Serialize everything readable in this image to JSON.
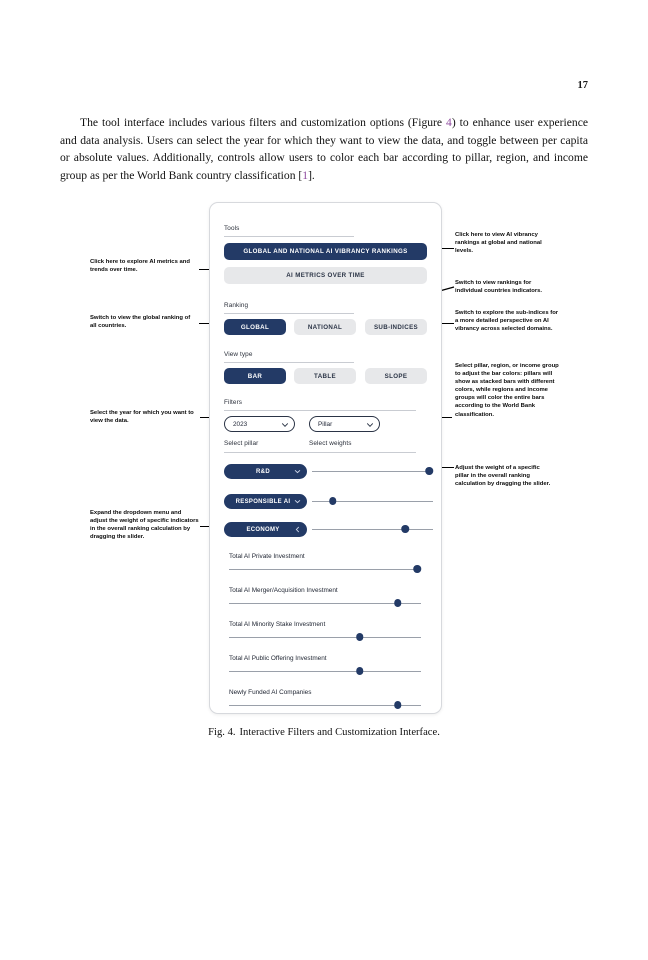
{
  "document": {
    "page_number": "17",
    "paragraph_parts": {
      "p1": "The tool interface includes various filters and customization options (Figure ",
      "ref_figure": "4",
      "p2": ") to enhance user experience and data analysis. Users can select the year for which they want to view the data, and toggle between per capita or absolute values. Additionally, controls allow users to color each bar according to pillar, region, and income group as per the World Bank country classification [",
      "ref_citation": "1",
      "p3": "]."
    },
    "figure_caption_label": "Fig. 4.",
    "figure_caption_text": "Interactive Filters and Customization Interface."
  },
  "ui": {
    "sections": {
      "tools": "Tools",
      "ranking": "Ranking",
      "view_type": "View type",
      "filters": "Filters",
      "select_pillar": "Select pillar",
      "select_weights": "Select weights"
    },
    "tools_buttons": [
      {
        "label": "GLOBAL AND NATIONAL AI VIBRANCY RANKINGS",
        "state": "active"
      },
      {
        "label": "AI METRICS OVER TIME",
        "state": "inactive"
      }
    ],
    "ranking_buttons": [
      {
        "label": "GLOBAL",
        "state": "active"
      },
      {
        "label": "NATIONAL",
        "state": "inactive"
      },
      {
        "label": "SUB-INDICES",
        "state": "inactive"
      }
    ],
    "view_type_buttons": [
      {
        "label": "BAR",
        "state": "active"
      },
      {
        "label": "TABLE",
        "state": "inactive"
      },
      {
        "label": "SLOPE",
        "state": "inactive"
      }
    ],
    "filter_dropdowns": [
      {
        "name": "year",
        "value": "2023"
      },
      {
        "name": "color-by",
        "value": "Pillar"
      }
    ],
    "pillars": [
      {
        "label": "R&D",
        "expanded": false,
        "weight_percent": 97
      },
      {
        "label": "RESPONSIBLE AI",
        "expanded": false,
        "weight_percent": 17
      },
      {
        "label": "ECONOMY",
        "expanded": true,
        "weight_percent": 77
      }
    ],
    "indicators": [
      {
        "label": "Total AI Private Investment",
        "weight_percent": 98
      },
      {
        "label": "Total AI Merger/Acquisition Investment",
        "weight_percent": 88
      },
      {
        "label": "Total AI Minority Stake Investment",
        "weight_percent": 68
      },
      {
        "label": "Total AI Public Offering Investment",
        "weight_percent": 68
      },
      {
        "label": "Newly Funded AI Companies",
        "weight_percent": 88
      }
    ]
  },
  "annotations": {
    "left": [
      "Click here to explore AI metrics and trends over time.",
      "Switch to view the global ranking of all countries.",
      "Select the year for which you want to view the data.",
      "Expand the dropdown menu and adjust the weight of specific indicators in the overall ranking calculation by dragging the slider."
    ],
    "right": [
      "Click here to view AI vibrancy rankings at global and national levels.",
      "Switch to view rankings for individual countries indicators.",
      "Switch to explore the sub-indices for a more detailed perspective on AI vibrancy across selected domains.",
      "Select pillar, region, or income group to adjust the bar colors: pillars will show as stacked bars with different colors, while regions and income groups will color the entire bars according to the World Bank classification.",
      "Adjust the weight of a specific pillar in the overall ranking calculation by dragging the slider."
    ]
  },
  "colors": {
    "navy": "#233a66",
    "ghost": "#e7e8ea",
    "text": "#1d2330",
    "reference_link": "#8e4b9e"
  }
}
